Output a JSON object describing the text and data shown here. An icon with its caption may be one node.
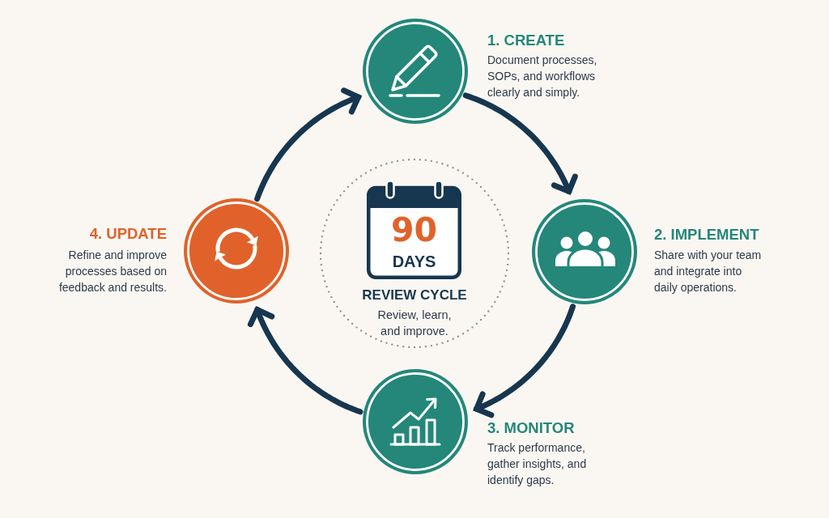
{
  "diagram": {
    "nodes": [
      {
        "text": [
          "1. CREATE",
          "Document processes, SOPs, and workflows clearly and simply."
        ]
      },
      {
        "text": [
          "2. IMPLEMENT",
          "Share with your team and integrate into daily operations."
        ]
      },
      {
        "text": [
          "3. MONITOR",
          "Track performance, gather insights, and identify gaps."
        ]
      },
      {
        "text": [
          "4. UPDATE",
          "Refine and improve processes based on feedback and results."
        ]
      },
      {
        "text": [
          "REVIEW CYCLE",
          "Review, learn, and improve."
        ]
      },
      {
        "text": [
          "90",
          "DAYS"
        ],
        "in": 4
      }
    ],
    "edges": [
      {
        "from": 0,
        "to": 1,
        "arrow": "to"
      },
      {
        "from": 1,
        "to": 2,
        "arrow": "to"
      },
      {
        "from": 2,
        "to": 3,
        "arrow": "to"
      },
      {
        "from": 3,
        "to": 0,
        "arrow": "to"
      }
    ]
  }
}
